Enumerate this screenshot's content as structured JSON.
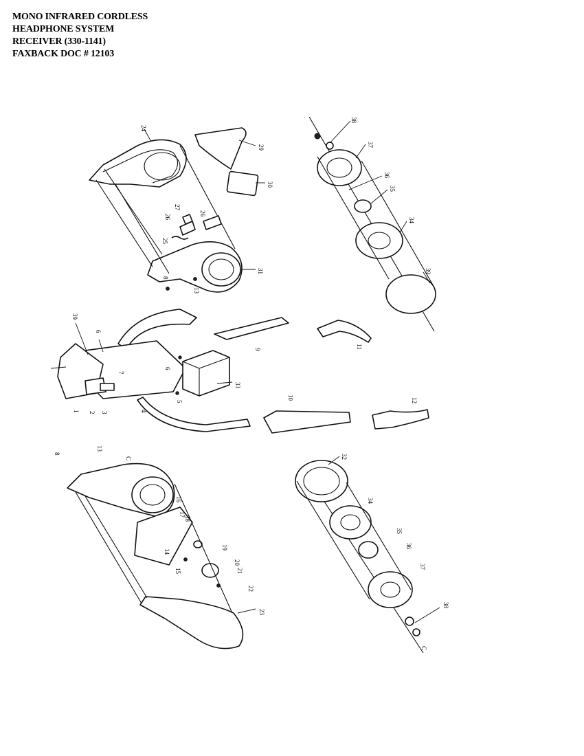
{
  "header": {
    "line1": "MONO INFRARED CORDLESS",
    "line2": "HEADPHONE SYSTEM",
    "line3": "RECEIVER  (330-1141)",
    "line4": "FAXBACK DOC # 12103"
  },
  "callouts": [
    "24",
    "29",
    "30",
    "26",
    "27",
    "26",
    "25",
    "31",
    "8",
    "13",
    "38",
    "37",
    "36",
    "35",
    "34",
    "39",
    "39",
    "6",
    "6",
    "7",
    "1",
    "2",
    "3",
    "4",
    "5",
    "33",
    "9",
    "11",
    "10",
    "12",
    "8",
    "13",
    "C",
    "16",
    "17",
    "18",
    "14",
    "19",
    "20",
    "21",
    "15",
    "22",
    "23",
    "32",
    "34",
    "35",
    "36",
    "37",
    "38",
    "C"
  ]
}
